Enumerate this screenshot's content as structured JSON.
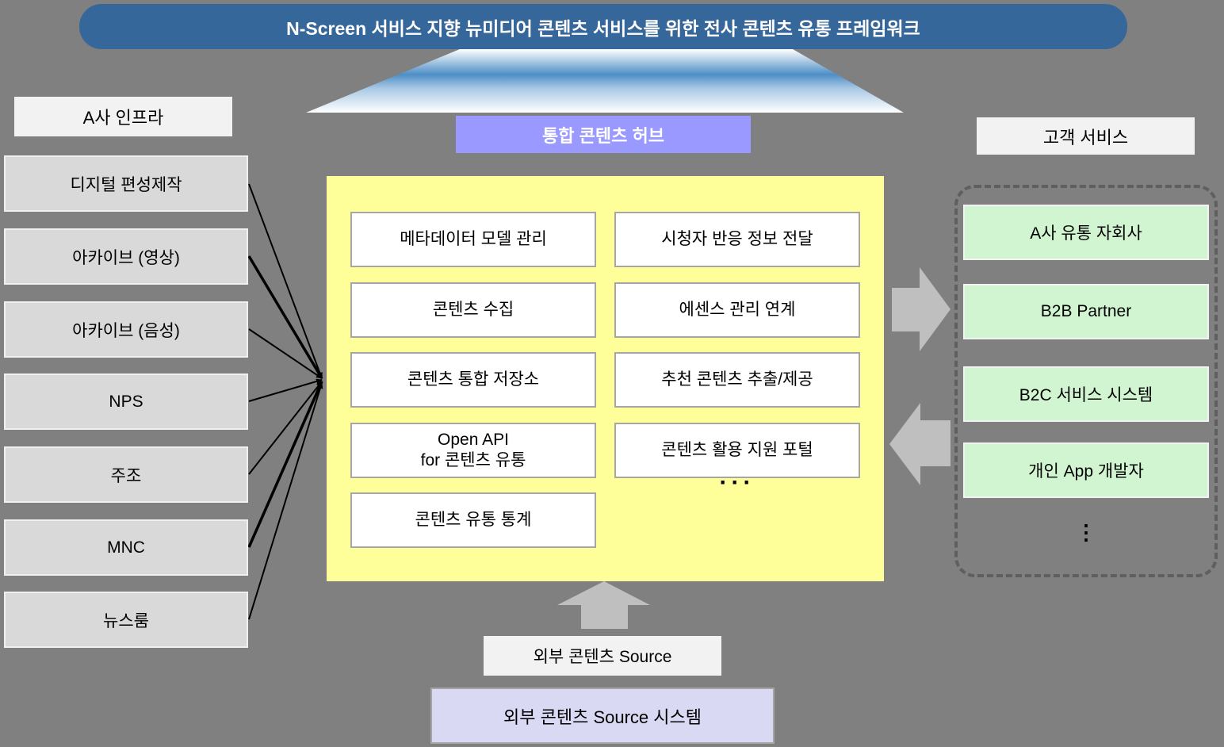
{
  "title": "N-Screen 서비스 지향 뉴미디어 콘텐츠 서비스를 위한 전사 콘텐츠 유통 프레임워크",
  "hub": {
    "label": "통합 콘텐츠 허브",
    "functions_left": [
      "메타데이터 모델 관리",
      "콘텐츠 수집",
      "콘텐츠 통합 저장소",
      "Open API\nfor 콘텐츠 유통",
      "콘텐츠 유통 통계"
    ],
    "functions_right": [
      "시청자 반응 정보 전달",
      "에센스 관리 연계",
      "추천 콘텐츠 추출/제공",
      "콘텐츠 활용 지원 포털"
    ],
    "more_ellipsis": "···"
  },
  "infra": {
    "header": "A사 인프라",
    "items": [
      "디지털 편성제작",
      "아카이브 (영상)",
      "아카이브 (음성)",
      "NPS",
      "주조",
      "MNC",
      "뉴스룸"
    ]
  },
  "customer": {
    "header": "고객 서비스",
    "items": [
      "A사 유통 자회사",
      "B2B Partner",
      "B2C 서비스 시스템",
      "개인 App 개발자"
    ],
    "more_ellipsis": "⋮"
  },
  "external": {
    "source_label": "외부 콘텐츠 Source",
    "system_label": "외부 콘텐츠 Source 시스템"
  },
  "colors": {
    "background": "#808080",
    "banner": "#36679A",
    "hub_title": "#9999FF",
    "hub_panel": "#FFFF99",
    "function_box": "#FFFFFF",
    "infra_box": "#D9D9D9",
    "customer_box": "#D1F5D1",
    "external_system_box": "#D9D9F3",
    "flow_arrow": "#BFBFBF",
    "funnel_blue": "#4E8EC6"
  }
}
